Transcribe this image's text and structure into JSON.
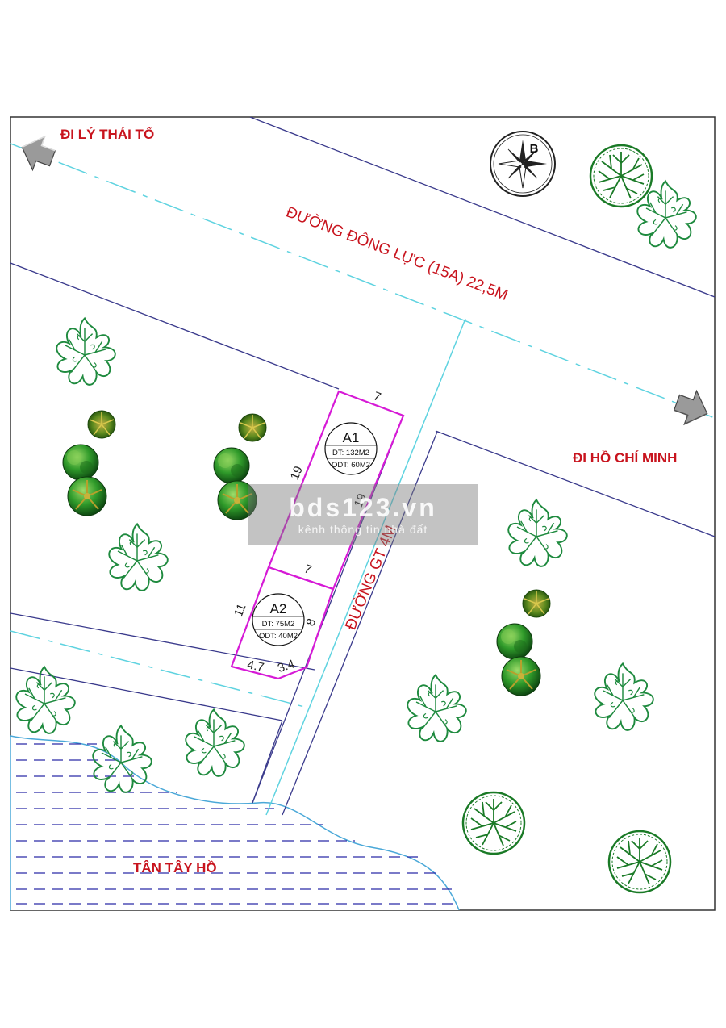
{
  "labels": {
    "di_ly_thai_to": "ĐI LÝ THÁI TỔ",
    "di_ho_chi_minh": "ĐI HỒ CHÍ MINH",
    "duong_dong_luc": "ĐƯỜNG ĐÔNG LỰC (15A) 22,5M",
    "duong_gt": "ĐƯỜNG GT 4M",
    "tan_tay_ho": "TÂN TÂY HỒ"
  },
  "compass": {
    "north": "B"
  },
  "lots": [
    {
      "name": "A1",
      "area": "DT: 132M2",
      "odt": "ODT: 60M2"
    },
    {
      "name": "A2",
      "area": "DT: 75M2",
      "odt": "ODT: 40M2"
    }
  ],
  "dimensions": {
    "a1_top": "7",
    "a1_left": "19",
    "a1_right": "19",
    "a1_bottom": "7",
    "a2_left": "11",
    "a2_right": "8",
    "a2_bottom_left": "4.7",
    "a2_bottom_right": "3.4"
  },
  "watermark": {
    "main": "bds123.vn",
    "sub": "kênh thông tin nhà đất"
  },
  "colors": {
    "lot_border": "#d61ad6",
    "road_edge": "#3a3a8c",
    "centerline": "#5fd3e0",
    "label_red": "#c8141e",
    "water_dash": "#2a2aa8",
    "tree_green": "#1e8a2e"
  }
}
